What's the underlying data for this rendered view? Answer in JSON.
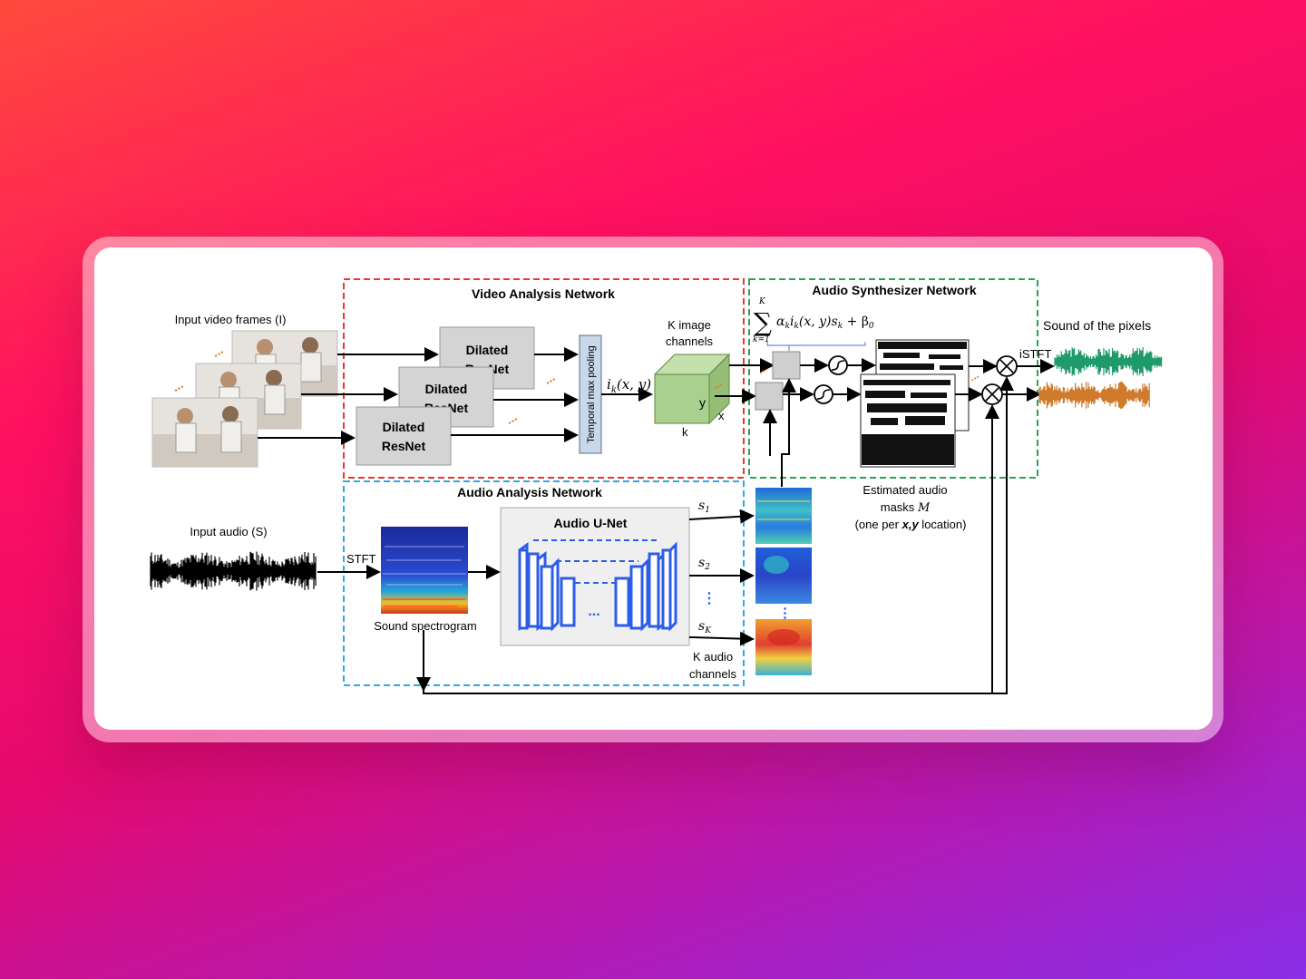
{
  "video_section": {
    "title": "Video Analysis Network"
  },
  "synth_section": {
    "title": "Audio Synthesizer Network"
  },
  "audio_section": {
    "title": "Audio Analysis Network"
  },
  "labels": {
    "input_frames": "Input video frames (I)",
    "input_audio": "Input audio (S)",
    "dilated_1": "Dilated",
    "dilated_1b": "ResNet",
    "dilated_2": "Dilated",
    "dilated_2b": "ResNet",
    "dilated_3": "Dilated",
    "dilated_3b": "ResNet",
    "temporal_pool": "Temporal max pooling",
    "ik": "i",
    "ik_sub": "k",
    "ik_args": "(x, y)",
    "k_image_1": "K image",
    "k_image_2": "channels",
    "cube_y": "y",
    "cube_x": "x",
    "cube_k": "k",
    "formula_main": "α",
    "formula_sup": "K",
    "formula_sub": "k=1",
    "formula_text": "α",
    "formula_tail": "+ β",
    "istft": "iSTFT",
    "sound_pixels": "Sound of the pixels",
    "est_1": "Estimated audio",
    "est_2": "masks",
    "est_m": "M",
    "est_3a": "(one per ",
    "est_3b": "x,y",
    "est_3c": " location)",
    "stft": "STFT",
    "spectrogram": "Sound spectrogram",
    "unet": "Audio U-Net",
    "unet_dots": "...",
    "s1": "s",
    "s1_sub": "1",
    "s2": "s",
    "s2_sub": "2",
    "sk": "s",
    "sk_sub": "K",
    "k_audio_1": "K audio",
    "k_audio_2": "channels"
  },
  "colors": {
    "video_border": "#e8382e",
    "synth_border": "#2aa35a",
    "audio_border": "#2fa9e0",
    "cube": "#a9d08e",
    "unet_blue": "#2c5de8",
    "wave_green": "#1f9a6b",
    "wave_orange": "#d07a2c"
  }
}
